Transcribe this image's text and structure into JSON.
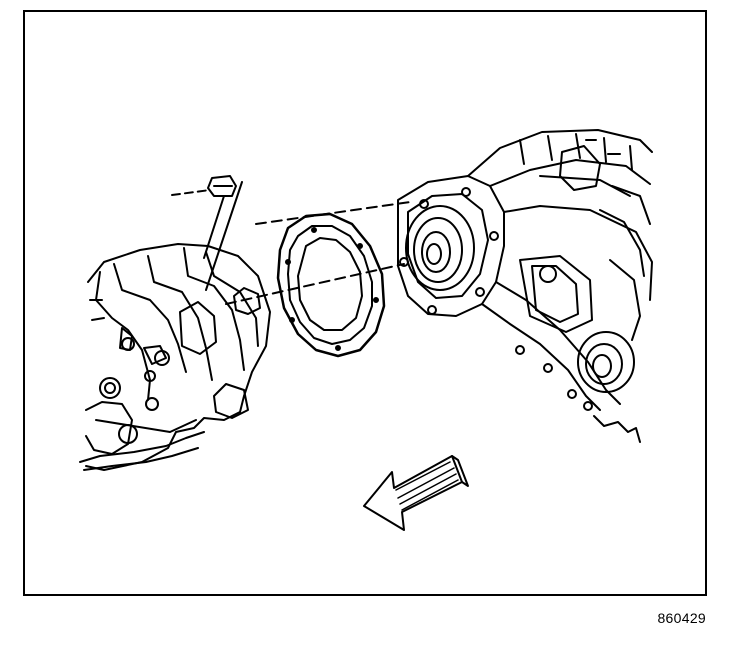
{
  "figure": {
    "id": "860429",
    "border_color": "#000000",
    "background": "#ffffff"
  },
  "parts": [
    {
      "name": "bolt",
      "icon": "bolt-icon"
    },
    {
      "name": "transmission-housing",
      "icon": "housing-icon"
    },
    {
      "name": "gasket",
      "icon": "gasket-icon"
    },
    {
      "name": "transfer-case",
      "icon": "transfer-case-icon"
    }
  ],
  "direction_arrow": {
    "icon": "arrow-icon",
    "direction": "front"
  }
}
